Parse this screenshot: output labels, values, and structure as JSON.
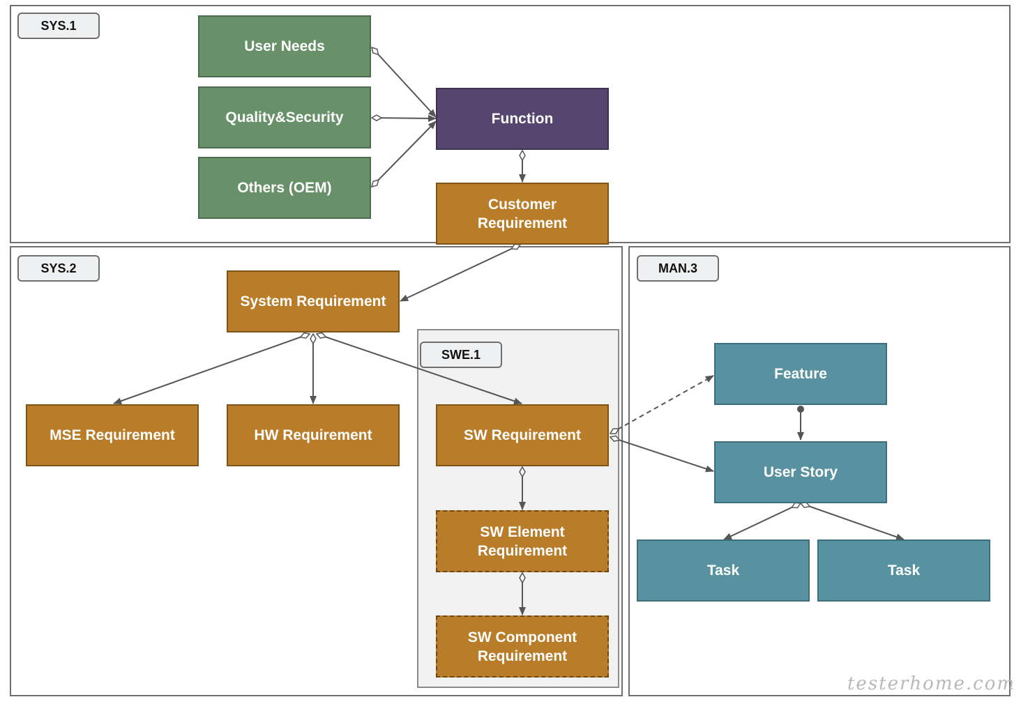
{
  "packages": {
    "sys1": "SYS.1",
    "sys2": "SYS.2",
    "man3": "MAN.3",
    "swe1": "SWE.1"
  },
  "nodes": {
    "user_needs": "User Needs",
    "quality_security": "Quality&Security",
    "others_oem": "Others (OEM)",
    "function": "Function",
    "customer_requirement": "Customer Requirement",
    "system_requirement": "System Requirement",
    "mse_requirement": "MSE Requirement",
    "hw_requirement": "HW Requirement",
    "sw_requirement": "SW Requirement",
    "sw_element_requirement": "SW Element Requirement",
    "sw_component_requirement": "SW Component Requirement",
    "feature": "Feature",
    "user_story": "User Story",
    "task_1": "Task",
    "task_2": "Task"
  },
  "colors": {
    "green": "#689169",
    "purple": "#56466f",
    "orange": "#b97c29",
    "teal": "#5892a0",
    "line": "#555555"
  },
  "watermark": "testerhome.com"
}
